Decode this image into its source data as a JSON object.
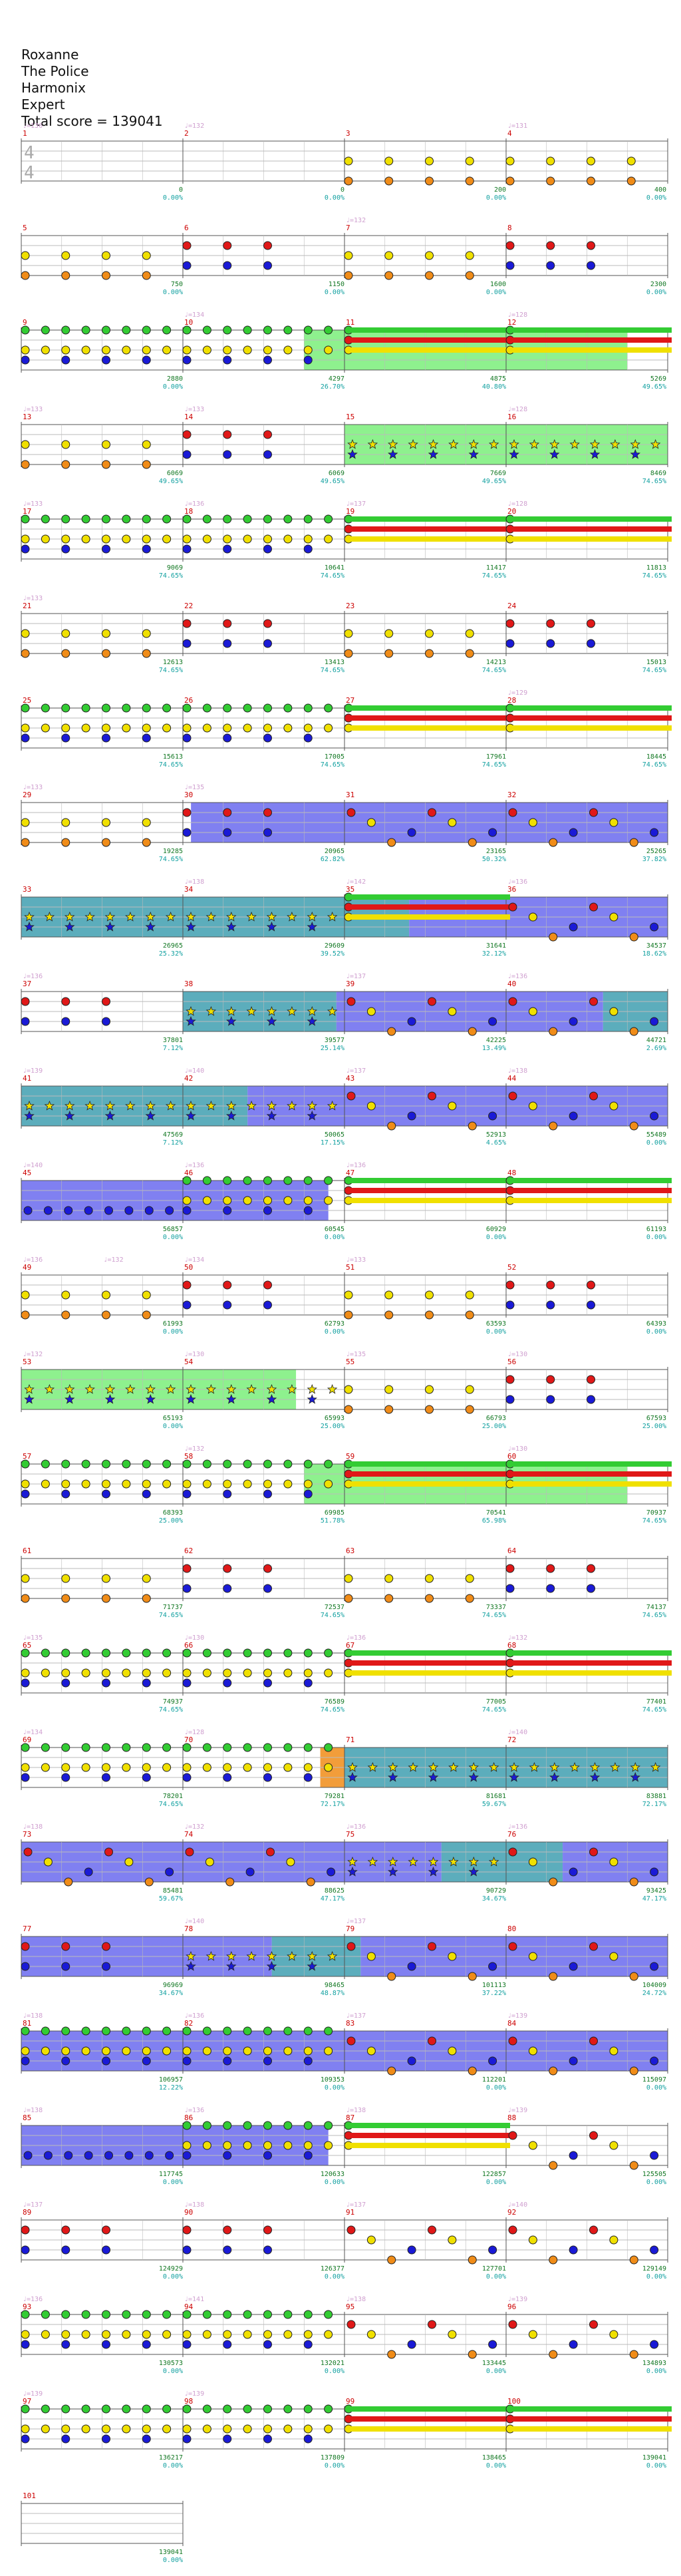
{
  "song": {
    "title": "Roxanne",
    "artist": "The Police",
    "charter": "Harmonix",
    "difficulty": "Expert",
    "total_score_label": "Total score = 139041"
  },
  "time_signature": {
    "top": "4",
    "bottom": "4"
  },
  "colors": {
    "green": "#33cc33",
    "red": "#e01818",
    "yellow": "#f0e000",
    "blue": "#1a1ad6",
    "orange": "#f08c18",
    "sp_phrase": "#7aee7a",
    "sp_active": "#6a6aee",
    "sp_overlap": "#3f9fb0",
    "bpm_text": "#d0a0d0",
    "measure_num": "#cc0000",
    "score_text": "#117722",
    "percent_text": "#11a0a0",
    "grid": "#bbbbbb"
  },
  "rows": [
    {
      "measures": [
        1,
        2,
        3,
        4
      ],
      "scores": [
        "0",
        "0",
        "200",
        "400"
      ],
      "percents": [
        "0.00%",
        "0.00%",
        "0.00%",
        "0.00%"
      ],
      "bpms": [
        [
          "♩=136",
          0
        ],
        [
          "♩=132",
          1
        ],
        [
          "♩=131",
          3
        ]
      ],
      "notes": [
        "",
        "",
        "oyoy",
        "oyoy"
      ]
    },
    {
      "measures": [
        5,
        6,
        7,
        8
      ],
      "scores": [
        "750",
        "1150",
        "1600",
        "2300"
      ],
      "percents": [
        "0.00%",
        "0.00%",
        "0.00%",
        "0.00%"
      ],
      "bpms": [
        [
          "♩=132",
          2
        ]
      ],
      "notes": [
        "oyoy",
        "rb",
        "oyoy",
        "rb"
      ]
    },
    {
      "measures": [
        9,
        10,
        11,
        12
      ],
      "scores": [
        "2880",
        "4297",
        "4875",
        "5269"
      ],
      "percents": [
        "0.00%",
        "26.70%",
        "40.80%",
        "49.65%"
      ],
      "bpms": [
        [
          "♩=134",
          1
        ],
        [
          "♩=128",
          3
        ]
      ],
      "notes": [
        "gy",
        "gy",
        "sus",
        "sus"
      ],
      "sp": [
        [
          1.75,
          3.75,
          "phrase"
        ]
      ]
    },
    {
      "measures": [
        13,
        14,
        15,
        16
      ],
      "scores": [
        "6069",
        "6069",
        "7669",
        "8469"
      ],
      "percents": [
        "49.65%",
        "49.65%",
        "49.65%",
        "74.65%"
      ],
      "bpms": [
        [
          "♩=133",
          0
        ],
        [
          "♩=133",
          1
        ],
        [
          "♩=128",
          3
        ]
      ],
      "notes": [
        "oyoy",
        "rb",
        "stars",
        "stars"
      ],
      "sp": [
        [
          2.0,
          4.0,
          "phrase"
        ]
      ]
    },
    {
      "measures": [
        17,
        18,
        19,
        20
      ],
      "scores": [
        "9069",
        "10641",
        "11417",
        "11813"
      ],
      "percents": [
        "74.65%",
        "74.65%",
        "74.65%",
        "74.65%"
      ],
      "bpms": [
        [
          "♩=133",
          0
        ],
        [
          "♩=136",
          1
        ],
        [
          "♩=137",
          2
        ],
        [
          "♩=128",
          3
        ]
      ],
      "notes": [
        "gy",
        "gy",
        "sus",
        "sus"
      ]
    },
    {
      "measures": [
        21,
        22,
        23,
        24
      ],
      "scores": [
        "12613",
        "13413",
        "14213",
        "15013"
      ],
      "percents": [
        "74.65%",
        "74.65%",
        "74.65%",
        "74.65%"
      ],
      "bpms": [
        [
          "♩=133",
          0
        ]
      ],
      "notes": [
        "oyoy",
        "rb",
        "oyoy",
        "rb"
      ]
    },
    {
      "measures": [
        25,
        26,
        27,
        28
      ],
      "scores": [
        "15613",
        "17005",
        "17961",
        "18445"
      ],
      "percents": [
        "74.65%",
        "74.65%",
        "74.65%",
        "74.65%"
      ],
      "bpms": [
        [
          "♩=129",
          3
        ]
      ],
      "notes": [
        "gy",
        "gy",
        "sus",
        "sus"
      ]
    },
    {
      "measures": [
        29,
        30,
        31,
        32
      ],
      "scores": [
        "19285",
        "20965",
        "23165",
        "25265"
      ],
      "percents": [
        "74.65%",
        "62.82%",
        "50.32%",
        "37.82%"
      ],
      "bpms": [
        [
          "♩=133",
          0
        ],
        [
          "♩=135",
          1
        ]
      ],
      "notes": [
        "oyoy",
        "rb",
        "mix",
        "mix"
      ],
      "sp": [
        [
          1.05,
          4.0,
          "active"
        ]
      ]
    },
    {
      "measures": [
        33,
        34,
        35,
        36
      ],
      "scores": [
        "26965",
        "29609",
        "31641",
        "34537"
      ],
      "percents": [
        "25.32%",
        "39.52%",
        "32.12%",
        "18.62%"
      ],
      "bpms": [
        [
          "♩=138",
          1
        ],
        [
          "♩=142",
          2
        ],
        [
          "♩=136",
          3
        ]
      ],
      "notes": [
        "stars",
        "stars",
        "sus",
        "mix"
      ],
      "sp": [
        [
          0.0,
          2.4,
          "overlap"
        ],
        [
          2.4,
          4.0,
          "active"
        ]
      ]
    },
    {
      "measures": [
        37,
        38,
        39,
        40
      ],
      "scores": [
        "37801",
        "39577",
        "42225",
        "44721"
      ],
      "percents": [
        "7.12%",
        "25.14%",
        "13.49%",
        "2.69%"
      ],
      "bpms": [
        [
          "♩=136",
          0
        ],
        [
          "♩=137",
          2
        ],
        [
          "♩=136",
          3
        ]
      ],
      "notes": [
        "rb",
        "stars",
        "mix",
        "mix"
      ],
      "sp": [
        [
          1.0,
          1.95,
          "overlap"
        ],
        [
          1.95,
          3.6,
          "active"
        ],
        [
          3.6,
          4.0,
          "overlap"
        ]
      ]
    },
    {
      "measures": [
        41,
        42,
        43,
        44
      ],
      "scores": [
        "47569",
        "50065",
        "52913",
        "55489"
      ],
      "percents": [
        "7.12%",
        "17.15%",
        "4.65%",
        "0.00%"
      ],
      "bpms": [
        [
          "♩=139",
          0
        ],
        [
          "♩=140",
          1
        ],
        [
          "♩=137",
          2
        ],
        [
          "♩=138",
          3
        ]
      ],
      "notes": [
        "stars",
        "stars",
        "mix",
        "mix"
      ],
      "sp": [
        [
          0.0,
          1.4,
          "overlap"
        ],
        [
          1.4,
          4.0,
          "active"
        ]
      ]
    },
    {
      "measures": [
        45,
        46,
        47,
        48
      ],
      "scores": [
        "56857",
        "60545",
        "60929",
        "61193"
      ],
      "percents": [
        "0.00%",
        "0.00%",
        "0.00%",
        "0.00%"
      ],
      "bpms": [
        [
          "♩=140",
          0
        ],
        [
          "♩=136",
          1
        ],
        [
          "♩=136",
          2
        ]
      ],
      "notes": [
        "blue",
        "gy",
        "sus",
        "sus"
      ],
      "sp": [
        [
          0.0,
          1.9,
          "active"
        ]
      ]
    },
    {
      "measures": [
        49,
        50,
        51,
        52
      ],
      "scores": [
        "61993",
        "62793",
        "63593",
        "64393"
      ],
      "percents": [
        "0.00%",
        "0.00%",
        "0.00%",
        "0.00%"
      ],
      "bpms": [
        [
          "♩=136",
          0
        ],
        [
          "♩=132",
          0.5
        ],
        [
          "♩=134",
          1
        ],
        [
          "♩=133",
          2
        ]
      ],
      "notes": [
        "oyoy",
        "rb",
        "oyoy",
        "rb"
      ]
    },
    {
      "measures": [
        53,
        54,
        55,
        56
      ],
      "scores": [
        "65193",
        "65993",
        "66793",
        "67593"
      ],
      "percents": [
        "0.00%",
        "25.00%",
        "25.00%",
        "25.00%"
      ],
      "bpms": [
        [
          "♩=132",
          0
        ],
        [
          "♩=130",
          1
        ],
        [
          "♩=135",
          2
        ],
        [
          "♩=130",
          3
        ]
      ],
      "notes": [
        "stars",
        "stars",
        "oyoy",
        "rb"
      ],
      "sp": [
        [
          0.0,
          1.7,
          "phrase"
        ]
      ]
    },
    {
      "measures": [
        57,
        58,
        59,
        60
      ],
      "scores": [
        "68393",
        "69985",
        "70541",
        "70937"
      ],
      "percents": [
        "25.00%",
        "51.78%",
        "65.98%",
        "74.65%"
      ],
      "bpms": [
        [
          "♩=132",
          1
        ],
        [
          "♩=130",
          3
        ]
      ],
      "notes": [
        "gy",
        "gy",
        "sus",
        "sus"
      ],
      "sp": [
        [
          1.75,
          3.75,
          "phrase"
        ]
      ]
    },
    {
      "measures": [
        61,
        62,
        63,
        64
      ],
      "scores": [
        "71737",
        "72537",
        "73337",
        "74137"
      ],
      "percents": [
        "74.65%",
        "74.65%",
        "74.65%",
        "74.65%"
      ],
      "bpms": [],
      "notes": [
        "oyoy",
        "rb",
        "oyoy",
        "rb"
      ]
    },
    {
      "measures": [
        65,
        66,
        67,
        68
      ],
      "scores": [
        "74937",
        "76589",
        "77005",
        "77401"
      ],
      "percents": [
        "74.65%",
        "74.65%",
        "74.65%",
        "74.65%"
      ],
      "bpms": [
        [
          "♩=135",
          0
        ],
        [
          "♩=130",
          1
        ],
        [
          "♩=136",
          2
        ],
        [
          "♩=132",
          3
        ]
      ],
      "notes": [
        "gy",
        "gy",
        "sus",
        "sus"
      ]
    },
    {
      "measures": [
        69,
        70,
        71,
        72
      ],
      "scores": [
        "78201",
        "79281",
        "81681",
        "83881"
      ],
      "percents": [
        "74.65%",
        "72.17%",
        "59.67%",
        "72.17%"
      ],
      "bpms": [
        [
          "♩=134",
          0
        ],
        [
          "♩=128",
          1
        ],
        [
          "♩=140",
          3
        ]
      ],
      "notes": [
        "gy",
        "gy",
        "stars",
        "stars"
      ],
      "sp": [
        [
          1.85,
          2.0,
          "orange"
        ],
        [
          2.0,
          4.0,
          "overlap"
        ]
      ]
    },
    {
      "measures": [
        73,
        74,
        75,
        76
      ],
      "scores": [
        "85481",
        "88625",
        "90729",
        "93425"
      ],
      "percents": [
        "59.67%",
        "47.17%",
        "34.67%",
        "47.17%"
      ],
      "bpms": [
        [
          "♩=138",
          0
        ],
        [
          "♩=132",
          1
        ],
        [
          "♩=136",
          2
        ],
        [
          "♩=136",
          3
        ]
      ],
      "notes": [
        "mix",
        "mix",
        "stars",
        "mix"
      ],
      "sp": [
        [
          0.0,
          2.6,
          "active"
        ],
        [
          2.6,
          3.35,
          "overlap"
        ],
        [
          3.35,
          4.0,
          "active"
        ]
      ]
    },
    {
      "measures": [
        77,
        78,
        79,
        80
      ],
      "scores": [
        "96969",
        "98465",
        "101113",
        "104009"
      ],
      "percents": [
        "34.67%",
        "48.87%",
        "37.22%",
        "24.72%"
      ],
      "bpms": [
        [
          "♩=140",
          1
        ],
        [
          "♩=137",
          2
        ]
      ],
      "notes": [
        "rb",
        "stars",
        "mix",
        "mix"
      ],
      "sp": [
        [
          0.0,
          1.55,
          "active"
        ],
        [
          1.55,
          2.1,
          "overlap"
        ],
        [
          2.1,
          4.0,
          "active"
        ]
      ]
    },
    {
      "measures": [
        81,
        82,
        83,
        84
      ],
      "scores": [
        "106957",
        "109353",
        "112201",
        "115097"
      ],
      "percents": [
        "12.22%",
        "0.00%",
        "0.00%",
        "0.00%"
      ],
      "bpms": [
        [
          "♩=138",
          0
        ],
        [
          "♩=136",
          1
        ],
        [
          "♩=137",
          2
        ],
        [
          "♩=139",
          3
        ]
      ],
      "notes": [
        "gy",
        "gy",
        "mix",
        "mix"
      ],
      "sp": [
        [
          0.0,
          4.0,
          "active"
        ]
      ]
    },
    {
      "measures": [
        85,
        86,
        87,
        88
      ],
      "scores": [
        "117745",
        "120633",
        "122857",
        "125505"
      ],
      "percents": [
        "0.00%",
        "0.00%",
        "0.00%",
        "0.00%"
      ],
      "bpms": [
        [
          "♩=138",
          0
        ],
        [
          "♩=136",
          1
        ],
        [
          "♩=138",
          2
        ],
        [
          "♩=139",
          3
        ]
      ],
      "notes": [
        "blue",
        "gy",
        "sus",
        "mix"
      ],
      "sp": [
        [
          0.0,
          1.9,
          "active"
        ]
      ]
    },
    {
      "measures": [
        89,
        90,
        91,
        92
      ],
      "scores": [
        "124929",
        "126377",
        "127701",
        "129149"
      ],
      "percents": [
        "0.00%",
        "0.00%",
        "0.00%",
        "0.00%"
      ],
      "bpms": [
        [
          "♩=137",
          0
        ],
        [
          "♩=138",
          1
        ],
        [
          "♩=137",
          2
        ],
        [
          "♩=140",
          3
        ]
      ],
      "notes": [
        "rb",
        "rb",
        "mix",
        "mix"
      ]
    },
    {
      "measures": [
        93,
        94,
        95,
        96
      ],
      "scores": [
        "130573",
        "132021",
        "133445",
        "134893"
      ],
      "percents": [
        "0.00%",
        "0.00%",
        "0.00%",
        "0.00%"
      ],
      "bpms": [
        [
          "♩=136",
          0
        ],
        [
          "♩=141",
          1
        ],
        [
          "♩=138",
          2
        ],
        [
          "♩=139",
          3
        ]
      ],
      "notes": [
        "gy",
        "gy",
        "mix",
        "mix"
      ]
    },
    {
      "measures": [
        97,
        98,
        99,
        100
      ],
      "scores": [
        "136217",
        "137809",
        "138465",
        "139041"
      ],
      "percents": [
        "0.00%",
        "0.00%",
        "0.00%",
        "0.00%"
      ],
      "bpms": [
        [
          "♩=139",
          0
        ],
        [
          "♩=139",
          1
        ]
      ],
      "notes": [
        "gy",
        "gy",
        "sus",
        "sus"
      ]
    }
  ],
  "last_row": {
    "measure": 101,
    "score": "139041",
    "percent": "0.00%"
  }
}
